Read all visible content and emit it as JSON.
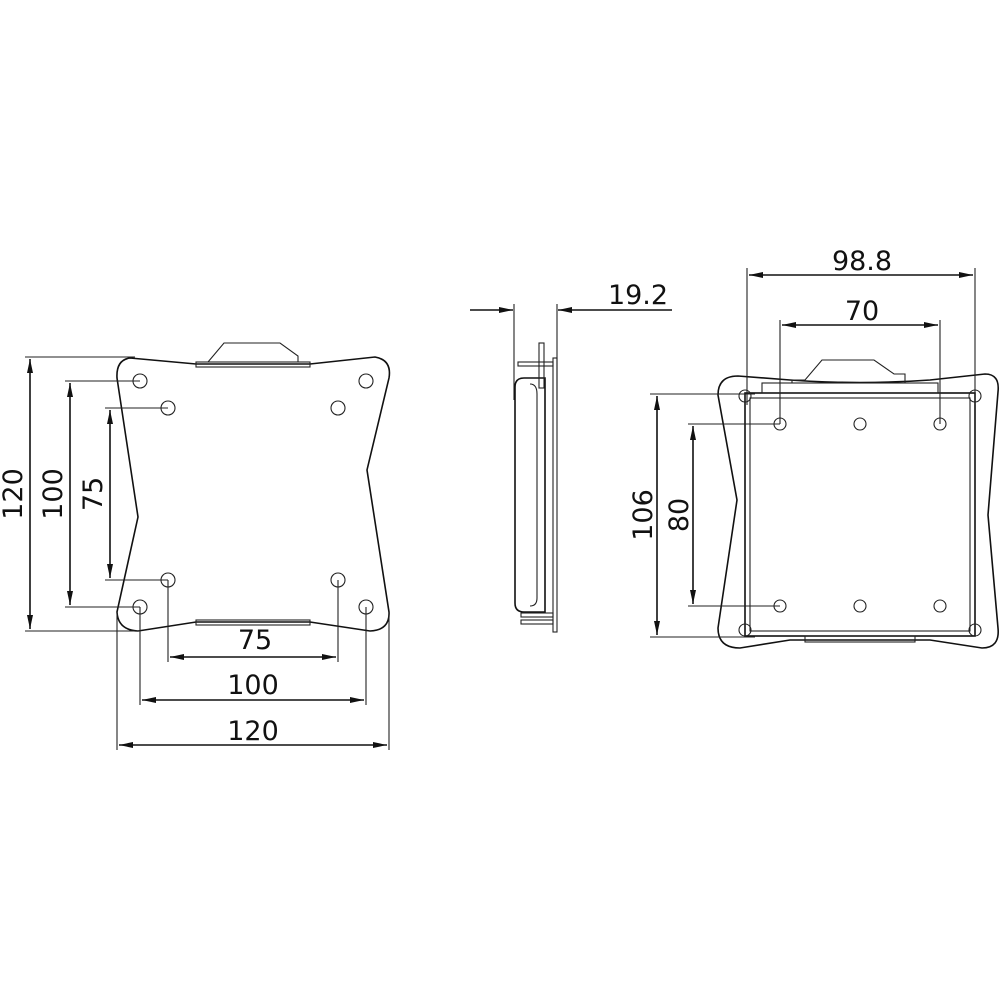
{
  "front_view": {
    "dimensions": {
      "overall_height": "120",
      "hole_height_outer": "100",
      "hole_height_inner": "75",
      "hole_width_inner": "75",
      "hole_width_outer": "100",
      "overall_width": "120"
    }
  },
  "side_view": {
    "dimensions": {
      "depth": "19.2"
    }
  },
  "rear_view": {
    "dimensions": {
      "overall_width": "98.8",
      "hole_width": "70",
      "overall_height": "106",
      "hole_height": "80"
    }
  },
  "colors": {
    "line": "#111111",
    "background": "#ffffff"
  }
}
